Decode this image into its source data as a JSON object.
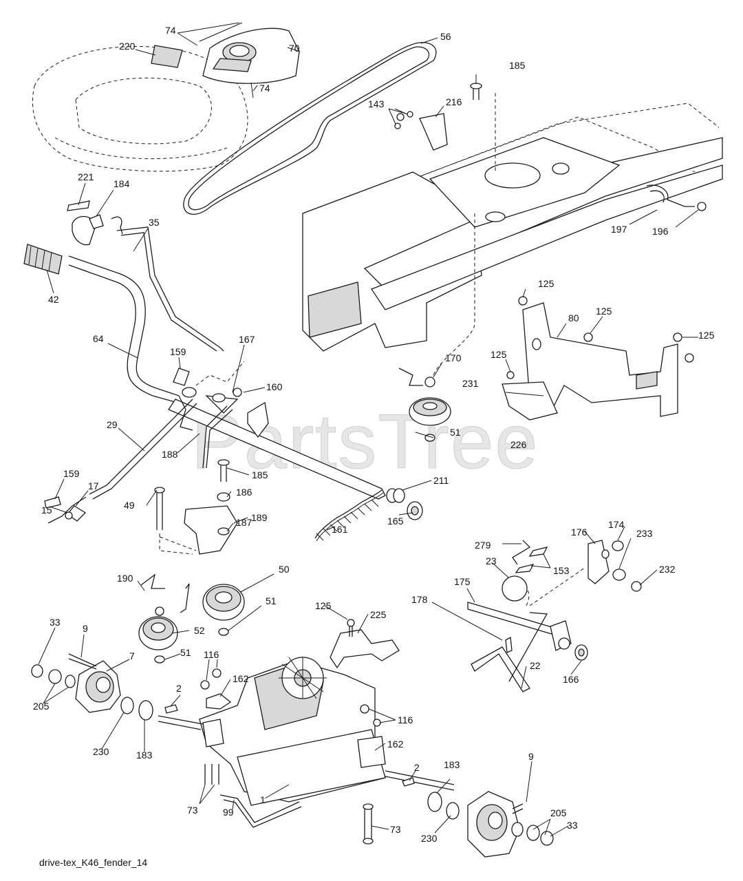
{
  "watermark": "PartsTree",
  "caption": "drive-tex_K46_fender_14",
  "callouts": [
    "74",
    "70",
    "56",
    "220",
    "74",
    "185",
    "143",
    "216",
    "221",
    "184",
    "35",
    "42",
    "197",
    "196",
    "125",
    "80",
    "125",
    "125",
    "64",
    "159",
    "167",
    "160",
    "125",
    "170",
    "231",
    "29",
    "51",
    "226",
    "188",
    "185",
    "211",
    "159",
    "17",
    "49",
    "186",
    "189",
    "15",
    "165",
    "187",
    "161",
    "279",
    "176",
    "174",
    "153",
    "233",
    "232",
    "23",
    "190",
    "50",
    "175",
    "178",
    "51",
    "125",
    "225",
    "52",
    "33",
    "9",
    "51",
    "7",
    "116",
    "22",
    "166",
    "205",
    "162",
    "2",
    "116",
    "230",
    "183",
    "162",
    "2",
    "183",
    "9",
    "73",
    "1",
    "99",
    "73",
    "230",
    "205",
    "33"
  ],
  "colors": {
    "ink": "#1a1a1a",
    "paper": "#ffffff",
    "watermark": "#e6e6e6"
  }
}
